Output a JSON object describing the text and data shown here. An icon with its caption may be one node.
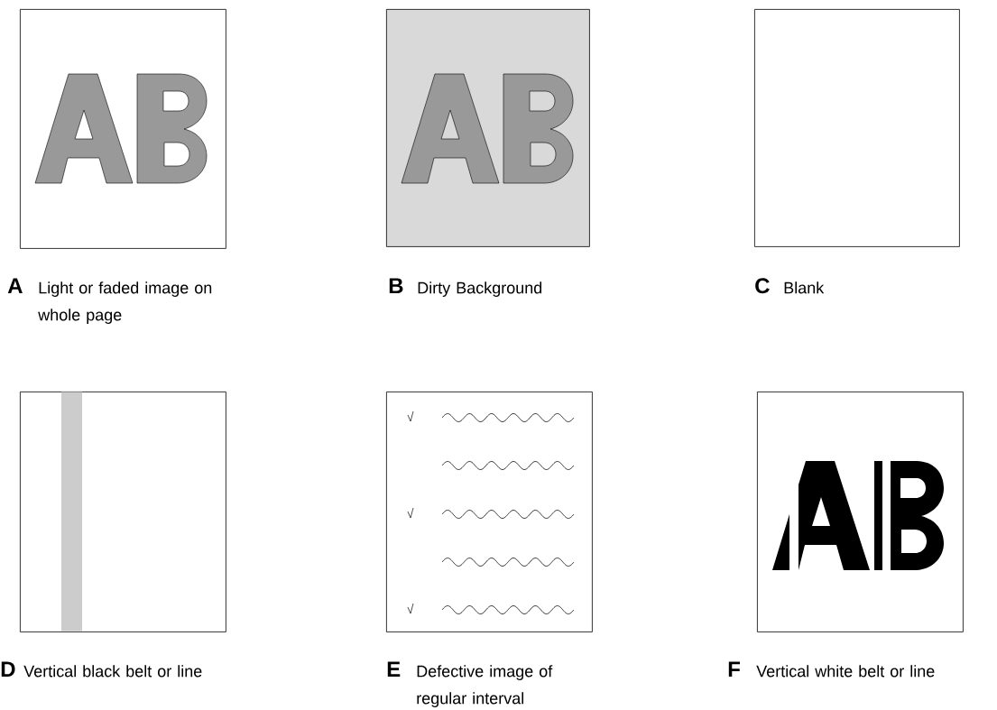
{
  "diagram": {
    "nodes": [
      {
        "text": [
          "A",
          "Light or faded image on whole page"
        ]
      },
      {
        "text": [
          "B",
          "Dirty Background"
        ]
      },
      {
        "text": [
          "C",
          "Blank"
        ]
      },
      {
        "text": [
          "D",
          "Vertical black belt or line"
        ]
      },
      {
        "text": [
          "E",
          "Defective image of regular interval"
        ]
      },
      {
        "text": [
          "F",
          "Vertical white belt or line"
        ]
      }
    ]
  }
}
